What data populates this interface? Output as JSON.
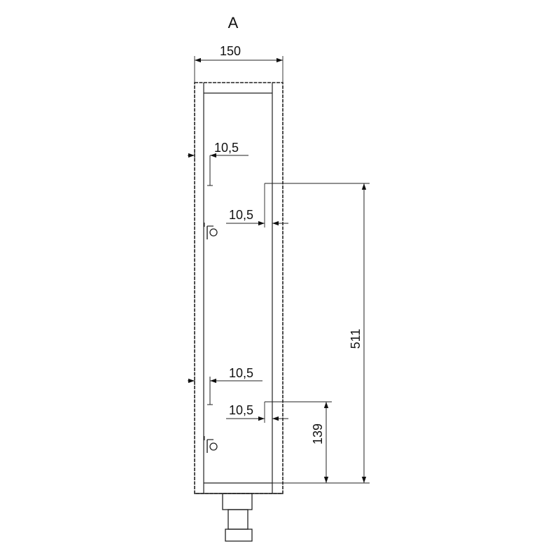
{
  "view_label": "A",
  "dimensions": {
    "width": "150",
    "hole_offset_top_left": "10,5",
    "hole_offset_top_right": "10,5",
    "hole_offset_bottom_left": "10,5",
    "hole_offset_bottom_right": "10,5",
    "height_upper": "511",
    "height_lower": "139"
  }
}
